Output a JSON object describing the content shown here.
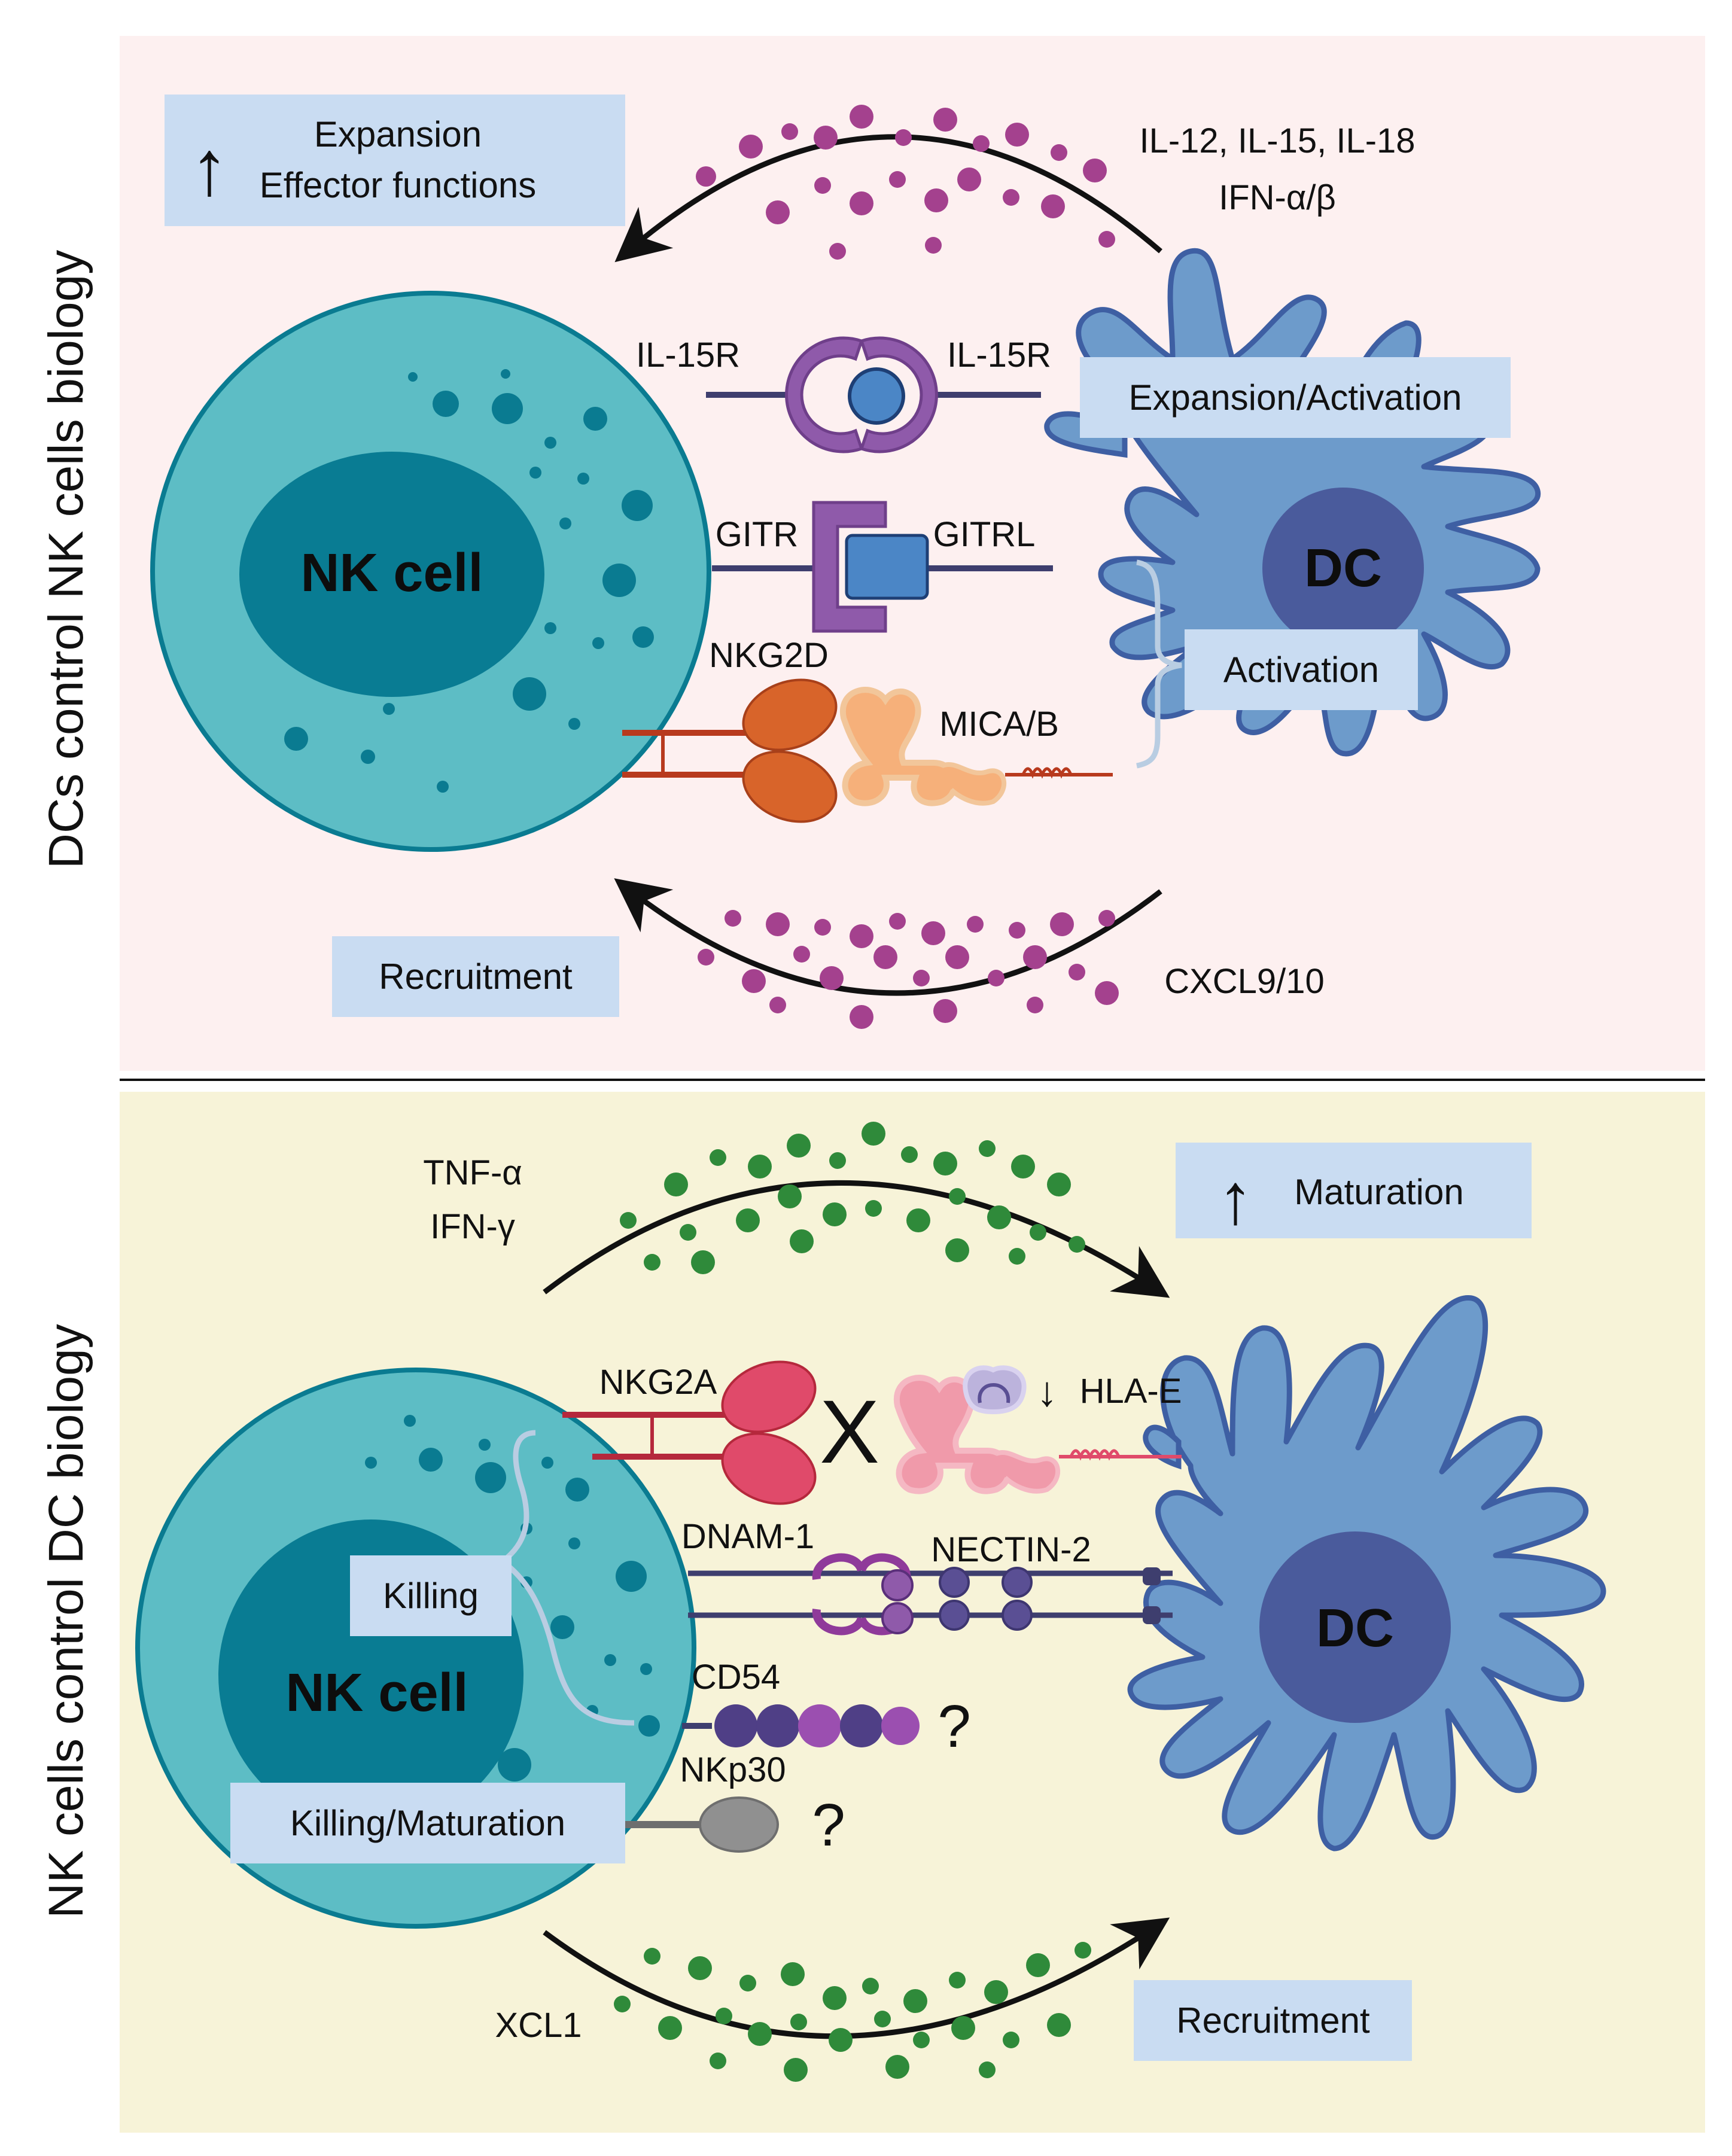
{
  "colors": {
    "top_panel_bg": "#fdf0f0",
    "bottom_panel_bg": "#f7f3d8",
    "label_box": "#c9dcf2",
    "nk_outer": "#5dbdc5",
    "nk_nucleus": "#097c93",
    "dc_body": "#6d9bcb",
    "dc_nucleus": "#4a5b9c",
    "cytokine_purple": "#a4418e",
    "cytokine_green": "#2f8a3a",
    "il15r": "#8f5aaa",
    "nkg2d": "#d8642a",
    "mica": "#f6b07a",
    "nkg2a": "#e04a6a",
    "hla_e": "#f09aaa",
    "nectin": "#5a4f94",
    "cd54_dark": "#4f3f86",
    "cd54_light": "#9b4fb0",
    "nkp30": "#909090"
  },
  "top_panel": {
    "side_title": "DCs control NK cells biology",
    "nk_label": "NK cell",
    "dc_label": "DC",
    "arrow_up": "↑",
    "box_expansion_line1": "Expansion",
    "box_expansion_line2": "Effector functions",
    "cytokines_line1": "IL-12, IL-15, IL-18",
    "cytokines_line2": "IFN-α/β",
    "il15r_left": "IL-15R",
    "il15r_right": "IL-15R",
    "box_expansion_activation": "Expansion/Activation",
    "gitr": "GITR",
    "gitrl": "GITRL",
    "nkg2d": "NKG2D",
    "mica_b": "MICA/B",
    "box_activation": "Activation",
    "box_recruitment": "Recruitment",
    "chemokines": "CXCL9/10"
  },
  "bottom_panel": {
    "side_title": "NK cells control DC biology",
    "nk_label": "NK cell",
    "dc_label": "DC",
    "cytokines_line1": "TNF-α",
    "cytokines_line2": "IFN-γ",
    "arrow_up": "↑",
    "box_maturation": "Maturation",
    "nkg2a": "NKG2A",
    "block_x": "X",
    "hla_e_arrow": "↓",
    "hla_e": "HLA-E",
    "dnam1": "DNAM-1",
    "nectin2": "NECTIN-2",
    "box_killing": "Killing",
    "cd54": "CD54",
    "question1": "?",
    "nkp30": "NKp30",
    "question2": "?",
    "box_killing_maturation": "Killing/Maturation",
    "chemokine": "XCL1",
    "box_recruitment": "Recruitment"
  }
}
